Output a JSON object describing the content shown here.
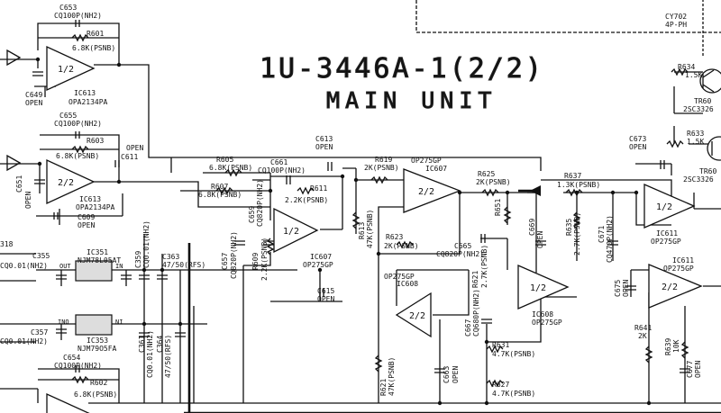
{
  "title": {
    "line1": "1U-3446A-1(2/2)",
    "line2": "MAIN UNIT"
  },
  "corner": {
    "ref": "CY702",
    "value": "4P-PH"
  },
  "opamps": [
    {
      "ref": "IC613",
      "part": "OPA2134PA",
      "unit": "1/2"
    },
    {
      "ref": "IC613",
      "part": "OPA2134PA",
      "unit": "2/2"
    },
    {
      "ref": "IC607",
      "part": "OP275GP",
      "unit": "2/2"
    },
    {
      "ref": "IC607",
      "part": "OP275GP",
      "unit": "1/2"
    },
    {
      "ref": "IC608",
      "part": "OP275GP",
      "unit": "2/2"
    },
    {
      "ref": "IC608",
      "part": "OP275GP",
      "unit": "1/2"
    },
    {
      "ref": "IC611",
      "part": "OP275GP",
      "unit": "1/2"
    },
    {
      "ref": "IC611",
      "part": "OP275GP",
      "unit": "2/2"
    }
  ],
  "regulators": [
    {
      "ref": "IC351",
      "part": "NJM78L05AT",
      "pin_left": "OUT",
      "pin_right": "IN"
    },
    {
      "ref": "IC353",
      "part": "NJM79O5FA",
      "pin_left": "INO",
      "pin_right": "NI"
    }
  ],
  "transistors": [
    {
      "ref": "TR60",
      "part": "2SC3326"
    },
    {
      "ref": "TR60",
      "part": "2SC3326"
    }
  ],
  "labels": {
    "c653": "C653",
    "c653v": "CQ100P(NH2)",
    "r601": "R601",
    "r601v": "6.8K(PSNB)",
    "c649": "C649",
    "c649v": "OPEN",
    "c655": "C655",
    "c655v": "CQ100P(NH2)",
    "r603": "R603",
    "r603v": "6.8K(PSNB)",
    "c611": "C611",
    "c611v": "OPEN",
    "c651": "C651",
    "c651v": "OPEN",
    "c609": "C609",
    "c609v": "OPEN",
    "r605": "R605",
    "r605v": "6.8K(PSNB)",
    "r607": "R607",
    "r607v": "6.8K(PSNB)",
    "c661": "C661",
    "c661v": "CQ100P(NH2)",
    "c613": "C613",
    "c613v": "OPEN",
    "r611": "R611",
    "r611v": "2.2K(PSNB)",
    "r619": "R619",
    "r619v": "2K(PSNB)",
    "r625": "R625",
    "r625v": "2K(PSNB)",
    "r613": "R613",
    "r613v": "47K(PSNB)",
    "r623": "R623",
    "r623v": "2K(PSNB)",
    "c657": "C657",
    "c657v": "CQ820P(NH2)",
    "c659": "C659",
    "c659v": "CQ820P(NH2)",
    "r609": "R609",
    "r609v": "2.2K(PSNB)",
    "c615": "C615",
    "c615v": "OPEN",
    "c665": "C665",
    "c665v": "CQ820P(NH2)",
    "r651": "R651",
    "r621b": "R621",
    "r621bv": "2.7K(PSNB)",
    "c669": "C669",
    "c669v": "OPEN",
    "r637": "R637",
    "r637v": "1.3K(PSNB)",
    "r635": "R635",
    "r635v": "2.7K(PSNB)",
    "c671": "C671",
    "c671v": "CQ470P(NH2)",
    "c673": "C673",
    "c673v": "OPEN",
    "r634": "R634",
    "r634v": "1.5K",
    "r633": "R633",
    "r633v": "1.5K",
    "c667": "C667",
    "c667v": "CQ680P(NH2)",
    "r631": "R631",
    "r631v": "4.7K(PSNB)",
    "r621": "R621",
    "r621v": "47K(PSNB)",
    "c663": "C663",
    "c663v": "OPEN",
    "r627": "R627",
    "r627v": "4.7K(PSNB)",
    "c675": "C675",
    "c675v": "OPEN",
    "r641": "R641",
    "r641v": "2K",
    "r639": "R639",
    "r639v": "10K",
    "c677": "C677",
    "c677v": "OPEN",
    "c355": "C355",
    "c355v": "CQ0.01(NH2)",
    "c357": "C357",
    "c357v": "CQ0.01(NH2)",
    "c359": "C359",
    "c359v": "CQ0.01(NH2)",
    "c361": "C361",
    "c361v": "CQ0.01(NH2)",
    "c363": "C363",
    "c363v": "47/50(RFS)",
    "c364": "C364",
    "c364v": "47/50(RFS)",
    "c654": "C654",
    "c654v": "CQ100P(NH2)",
    "r602": "R602",
    "r602v": "6.8K(PSNB)",
    "edge318": "318"
  }
}
